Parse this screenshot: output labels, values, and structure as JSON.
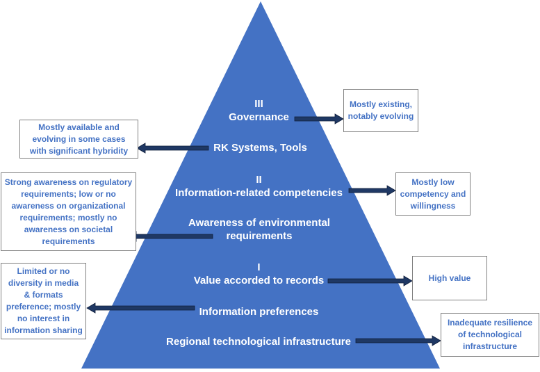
{
  "colors": {
    "pyramid": "#4472c4",
    "arrow": "#1f3864",
    "box_text": "#4472c4",
    "box_border": "#7f7f7f"
  },
  "pyramid": {
    "levels": [
      {
        "numeral": "III",
        "title": "Governance"
      },
      {
        "title": "RK Systems, Tools"
      },
      {
        "numeral": "II",
        "title": "Information-related competencies"
      },
      {
        "title": "Awareness of environmental requirements"
      },
      {
        "numeral": "I",
        "title": "Value accorded to records"
      },
      {
        "title": "Information preferences"
      },
      {
        "title": "Regional technological infrastructure"
      }
    ]
  },
  "boxes": {
    "governance": "Mostly existing, notably evolving",
    "rk_systems": "Mostly available and evolving in some cases with significant hybridity",
    "competencies": "Mostly low competency and willingness",
    "awareness": "Strong awareness on regulatory requirements; low or no awareness on organizational requirements; mostly no awareness on societal requirements",
    "value": "High value",
    "preferences": "Limited or no diversity in media & formats preference; mostly no interest in information sharing",
    "infrastructure": "Inadequate resilience of technological infrastructure"
  }
}
